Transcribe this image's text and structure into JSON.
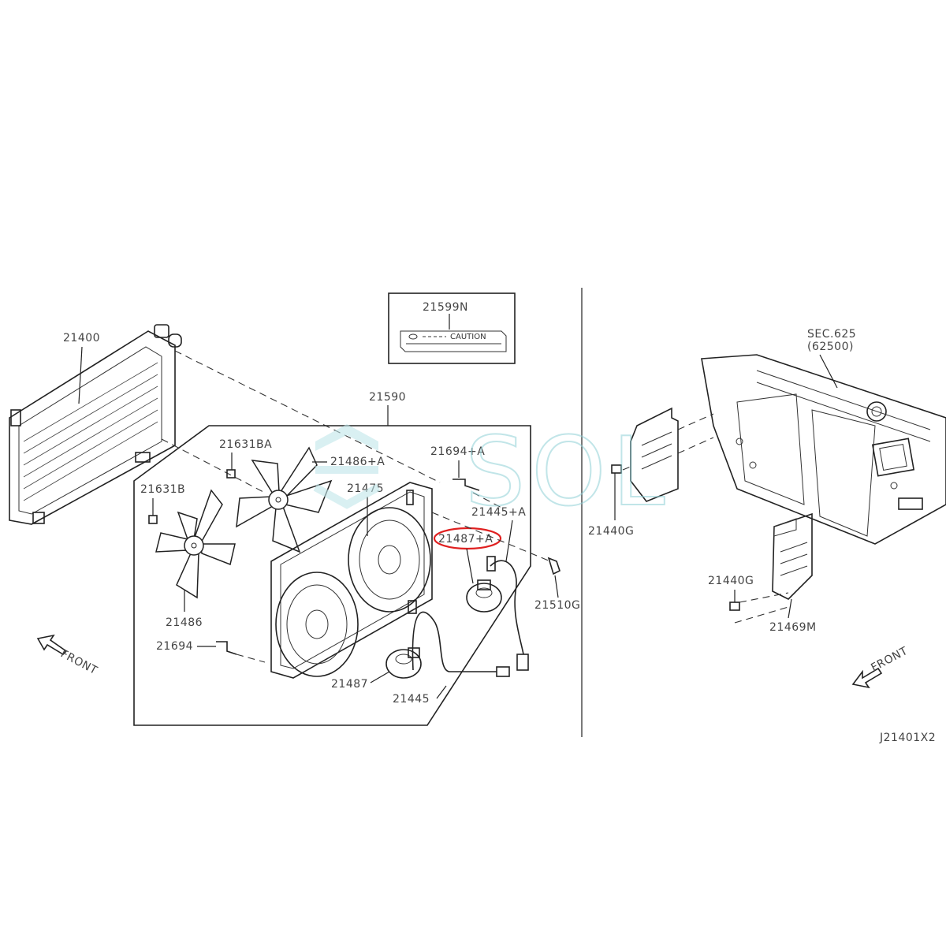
{
  "labels": {
    "radiator": "21400",
    "caution_label_part": "21599N",
    "caution_text": "CAUTION",
    "fan_assembly": "21590",
    "bolt_ba": "21631BA",
    "fan_blade_a": "21486+A",
    "bolt_b": "21631B",
    "shroud": "21475",
    "fan_blade": "21486",
    "screw_a": "21694+A",
    "harness_a": "21445+A",
    "motor_a": "21487+A",
    "clip_g": "21510G",
    "screw": "21694",
    "motor": "21487",
    "harness": "21445",
    "sec_ref": "SEC.625",
    "sec_ref_code": "(62500)",
    "clip_440g_upper": "21440G",
    "clip_440g_lower": "21440G",
    "air_guide": "21469M",
    "front_left": "FRONT",
    "front_right": "FRONT",
    "diagram_code": "J21401X2"
  },
  "watermark": "SOL",
  "highlight_color": "#e02020",
  "watermark_color": "#8fd0d6"
}
